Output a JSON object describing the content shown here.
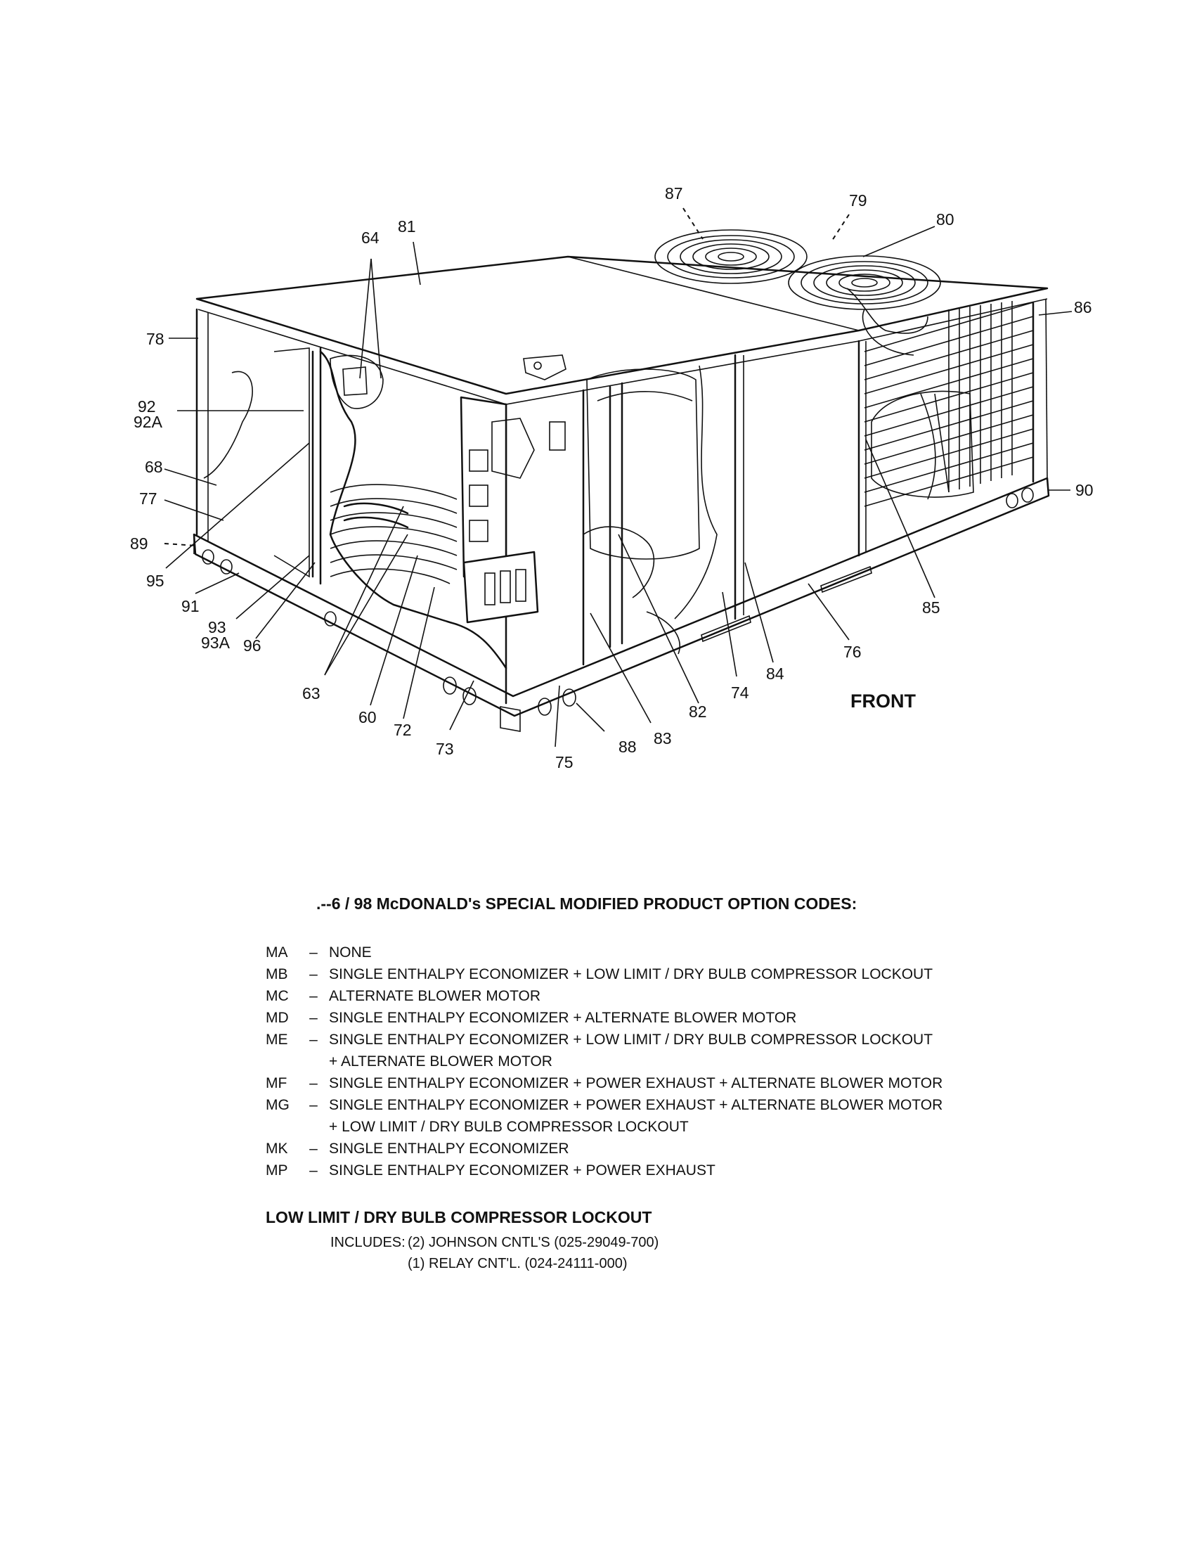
{
  "diagram": {
    "callouts": [
      "87",
      "79",
      "80",
      "81",
      "64",
      "86",
      "78",
      "92",
      "92A",
      "68",
      "77",
      "89",
      "95",
      "91",
      "93",
      "93A",
      "96",
      "63",
      "60",
      "72",
      "73",
      "75",
      "88",
      "83",
      "82",
      "74",
      "84",
      "76",
      "85",
      "90"
    ],
    "front_label": "FRONT"
  },
  "legend": {
    "title": ".--6 / 98   McDONALD's SPECIAL MODIFIED PRODUCT OPTION CODES:",
    "codes": [
      {
        "code": "MA",
        "dash": "–",
        "lines": [
          "NONE"
        ]
      },
      {
        "code": "MB",
        "dash": "–",
        "lines": [
          "SINGLE ENTHALPY ECONOMIZER + LOW LIMIT / DRY BULB COMPRESSOR LOCKOUT"
        ]
      },
      {
        "code": "MC",
        "dash": "–",
        "lines": [
          "ALTERNATE BLOWER MOTOR"
        ]
      },
      {
        "code": "MD",
        "dash": "–",
        "lines": [
          "SINGLE ENTHALPY ECONOMIZER + ALTERNATE BLOWER MOTOR"
        ]
      },
      {
        "code": "ME",
        "dash": "–",
        "lines": [
          "SINGLE ENTHALPY ECONOMIZER + LOW LIMIT / DRY BULB COMPRESSOR LOCKOUT",
          "+ ALTERNATE BLOWER MOTOR"
        ]
      },
      {
        "code": "MF",
        "dash": "–",
        "lines": [
          "SINGLE ENTHALPY ECONOMIZER + POWER EXHAUST + ALTERNATE BLOWER MOTOR"
        ]
      },
      {
        "code": "MG",
        "dash": "–",
        "lines": [
          "SINGLE ENTHALPY ECONOMIZER + POWER EXHAUST + ALTERNATE BLOWER MOTOR",
          "+ LOW LIMIT / DRY BULB COMPRESSOR LOCKOUT"
        ]
      },
      {
        "code": "MK",
        "dash": "–",
        "lines": [
          "SINGLE ENTHALPY ECONOMIZER"
        ]
      },
      {
        "code": "MP",
        "dash": "–",
        "lines": [
          "SINGLE ENTHALPY ECONOMIZER + POWER EXHAUST"
        ]
      }
    ],
    "lockout": {
      "title": "LOW LIMIT / DRY BULB COMPRESSOR LOCKOUT",
      "includes_label": "INCLUDES:",
      "items": [
        "(2) JOHNSON CNTL'S (025-29049-700)",
        "(1) RELAY CNT'L. (024-24111-000)"
      ]
    }
  }
}
